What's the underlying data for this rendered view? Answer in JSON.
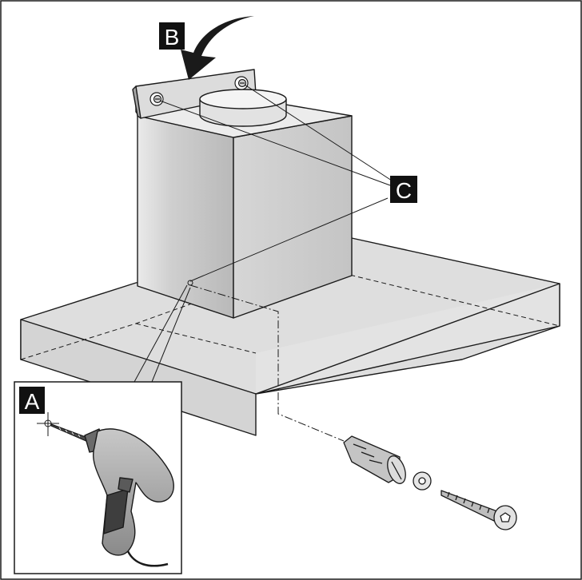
{
  "labels": {
    "a": "A",
    "b": "B",
    "c": "C"
  },
  "colors": {
    "outline": "#1a1a1a",
    "hood_face": "#d8d8d8",
    "hood_top": "#ececec",
    "chimney_light": "#e4e4e4",
    "chimney_dark": "#9a9a9a",
    "drill_body": "#a8a8a8",
    "label_bg": "#111111",
    "label_text": "#ffffff"
  },
  "icons": [
    "arrow-icon",
    "drill-icon",
    "wall-plug-icon",
    "washer-icon",
    "screw-icon"
  ]
}
